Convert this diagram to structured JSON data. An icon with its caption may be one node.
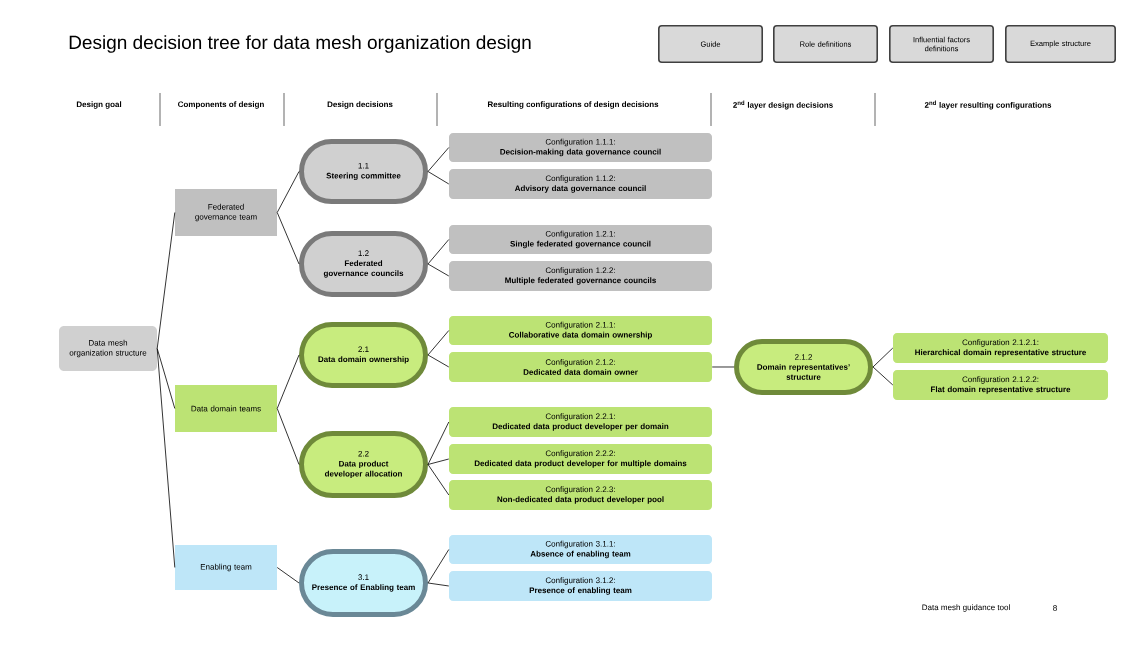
{
  "diagram": {
    "title": "Design decision tree for data mesh organization design",
    "nodes": [
      {
        "text": [
          "Guide"
        ]
      },
      {
        "text": [
          "Role definitions"
        ]
      },
      {
        "text": [
          "Influential factors definitions"
        ]
      },
      {
        "text": [
          "Example structure"
        ]
      },
      {
        "text": [
          "Data mesh organization structure"
        ]
      },
      {
        "text": [
          "Federated governance team"
        ]
      },
      {
        "text": [
          "Data domain teams"
        ]
      },
      {
        "text": [
          "Enabling team"
        ]
      },
      {
        "text": [
          "1.1",
          "Steering committee"
        ]
      },
      {
        "text": [
          "1.2",
          "Federated governance councils"
        ]
      },
      {
        "text": [
          "2.1",
          "Data domain ownership"
        ]
      },
      {
        "text": [
          "2.2",
          "Data product developer allocation"
        ]
      },
      {
        "text": [
          "3.1",
          "Presence of Enabling team"
        ]
      },
      {
        "text": [
          "Configuration 1.1.1:",
          "Decision-making data governance council"
        ]
      },
      {
        "text": [
          "Configuration 1.1.2:",
          "Advisory data governance council"
        ]
      },
      {
        "text": [
          "Configuration 1.2.1:",
          "Single federated governance council"
        ]
      },
      {
        "text": [
          "Configuration 1.2.2:",
          "Multiple federated governance councils"
        ]
      },
      {
        "text": [
          "Configuration 2.1.1:",
          "Collaborative data domain ownership"
        ]
      },
      {
        "text": [
          "Configuration 2.1.2:",
          "Dedicated data domain owner"
        ]
      },
      {
        "text": [
          "Configuration 2.2.1:",
          "Dedicated data product developer per domain"
        ]
      },
      {
        "text": [
          "Configuration 2.2.2:",
          "Dedicated data product developer for multiple domains"
        ]
      },
      {
        "text": [
          "Configuration 2.2.3:",
          "Non-dedicated data product developer pool"
        ]
      },
      {
        "text": [
          "Configuration 3.1.1:",
          "Absence of enabling team"
        ]
      },
      {
        "text": [
          "Configuration 3.1.2:",
          "Presence of enabling team"
        ]
      },
      {
        "text": [
          "2.1.2",
          "Domain representatives’ structure"
        ]
      },
      {
        "text": [
          "Configuration 2.1.2.1:",
          "Hierarchical domain representative structure"
        ]
      },
      {
        "text": [
          "Configuration 2.1.2.2:",
          "Flat domain representative structure"
        ]
      }
    ],
    "edges": [
      {
        "from": 4,
        "to": 5,
        "arrow": "none"
      },
      {
        "from": 4,
        "to": 6,
        "arrow": "none"
      },
      {
        "from": 4,
        "to": 7,
        "arrow": "none"
      },
      {
        "from": 5,
        "to": 8,
        "arrow": "none"
      },
      {
        "from": 5,
        "to": 9,
        "arrow": "none"
      },
      {
        "from": 6,
        "to": 10,
        "arrow": "none"
      },
      {
        "from": 6,
        "to": 11,
        "arrow": "none"
      },
      {
        "from": 7,
        "to": 12,
        "arrow": "none"
      },
      {
        "from": 8,
        "to": 13,
        "arrow": "none"
      },
      {
        "from": 8,
        "to": 14,
        "arrow": "none"
      },
      {
        "from": 9,
        "to": 15,
        "arrow": "none"
      },
      {
        "from": 9,
        "to": 16,
        "arrow": "none"
      },
      {
        "from": 10,
        "to": 17,
        "arrow": "none"
      },
      {
        "from": 10,
        "to": 18,
        "arrow": "none"
      },
      {
        "from": 11,
        "to": 19,
        "arrow": "none"
      },
      {
        "from": 11,
        "to": 20,
        "arrow": "none"
      },
      {
        "from": 11,
        "to": 21,
        "arrow": "none"
      },
      {
        "from": 12,
        "to": 22,
        "arrow": "none"
      },
      {
        "from": 12,
        "to": 23,
        "arrow": "none"
      },
      {
        "from": 18,
        "to": 24,
        "arrow": "none"
      },
      {
        "from": 24,
        "to": 25,
        "arrow": "none"
      },
      {
        "from": 24,
        "to": 26,
        "arrow": "none"
      }
    ],
    "labels": [
      "Design goal",
      "Components of design",
      "Design decisions",
      "Resulting configurations of design decisions",
      "2$^{nd}$ layer design decisions",
      "2$^{nd}$ layer resulting configurations",
      "Data mesh guidance tool",
      "8"
    ]
  }
}
